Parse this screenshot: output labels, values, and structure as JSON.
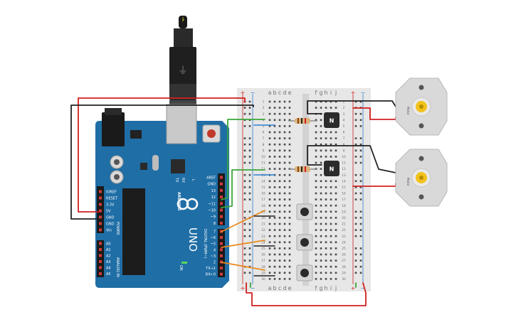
{
  "arduino": {
    "brand": "ARDUINO",
    "model": "UNO",
    "power_header": "POWER",
    "analog_header": "ANALOG IN",
    "digital_header": "DIGITAL (PWM~)",
    "on_label": "ON",
    "l_label": "L",
    "tx_label": "TX",
    "rx_label": "RX",
    "power_pins": [
      "IOREF",
      "RESET",
      "3.3V",
      "5V",
      "GND",
      "GND",
      "Vin"
    ],
    "analog_pins": [
      "A0",
      "A1",
      "A2",
      "A3",
      "A4",
      "A5"
    ],
    "digital_top": [
      "AREF",
      "GND",
      "13",
      "12",
      "~11",
      "~10",
      "~9",
      "8"
    ],
    "digital_bottom": [
      "7",
      "~6",
      "~5",
      "4",
      "~3",
      "2",
      "TX→1",
      "RX←0"
    ]
  },
  "breadboard": {
    "columns_left": [
      "a",
      "b",
      "c",
      "d",
      "e"
    ],
    "columns_right": [
      "f",
      "g",
      "h",
      "i",
      "j"
    ],
    "rail_plus": "+",
    "rail_minus": "−",
    "row_count": 30
  },
  "transistor_label": "N",
  "motor_label": "Motor",
  "colors": {
    "arduino_blue": "#1f6ea6",
    "wire_red": "#d21f1f",
    "wire_black": "#222222",
    "wire_green": "#3aa63a",
    "wire_orange": "#e8891c",
    "wire_blue": "#2a7fd0",
    "motor_hub": "#f2c21a",
    "breadboard": "#e7e7e7"
  }
}
